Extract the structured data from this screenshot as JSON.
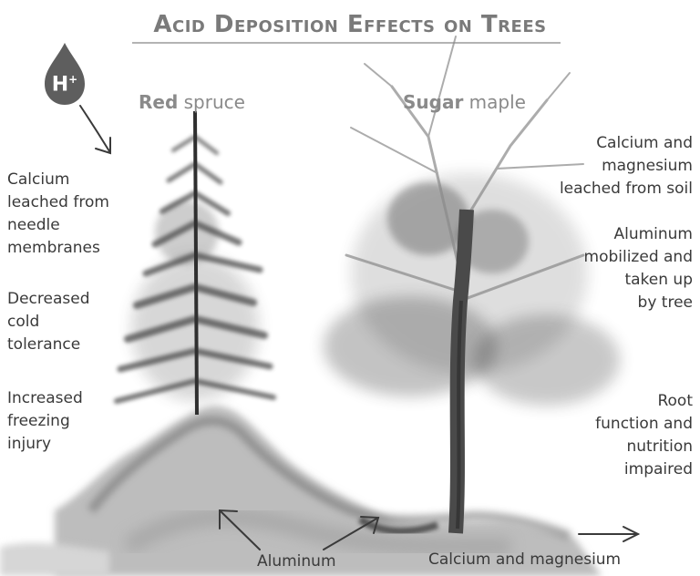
{
  "title": "Acid Deposition Effects on Trees",
  "ion": {
    "symbol": "H",
    "charge": "+"
  },
  "trees": {
    "spruce": {
      "bold": "Red",
      "rest": " spruce"
    },
    "maple": {
      "bold": "Sugar",
      "rest": " maple"
    }
  },
  "left_notes": [
    [
      "Calcium",
      "leached from",
      "needle",
      "membranes"
    ],
    [
      "Decreased",
      "cold",
      "tolerance"
    ],
    [
      "Increased",
      "freezing",
      "injury"
    ]
  ],
  "right_notes": [
    [
      "Calcium and",
      "magnesium",
      "leached from soil"
    ],
    [
      "Aluminum",
      "mobilized and",
      "taken up",
      "by tree"
    ],
    [
      "Root",
      "function and",
      "nutrition",
      "impaired"
    ]
  ],
  "bottom_labels": {
    "aluminum": "Aluminum",
    "calcium_magnesium": "Calcium and magnesium"
  }
}
